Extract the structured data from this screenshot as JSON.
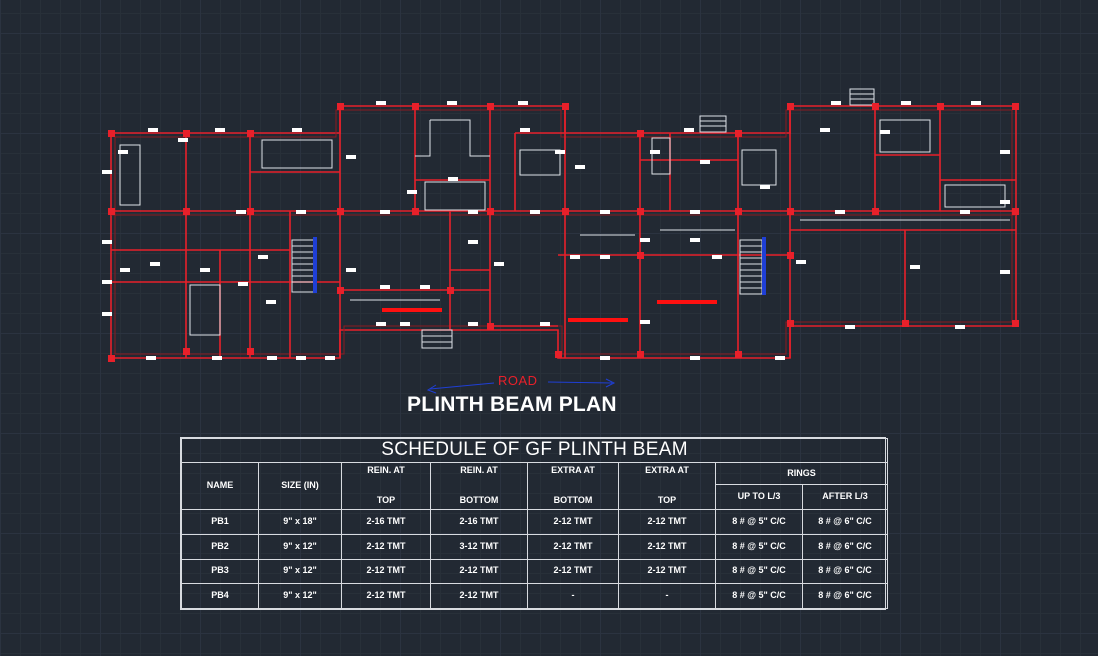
{
  "drawing": {
    "road_label": "ROAD",
    "plan_title": "PLINTH BEAM PLAN"
  },
  "colors": {
    "background": "#222933",
    "wall_red": "#e8202a",
    "wall_dark_red": "#8b1a22",
    "stair_blue": "#1f3fd6",
    "line_white": "#ffffff"
  },
  "schedule": {
    "title": "SCHEDULE OF GF PLINTH BEAM",
    "headers": {
      "name": "NAME",
      "size": "SIZE (IN)",
      "rein_top_1": "REIN. AT",
      "rein_top_2": "TOP",
      "rein_bottom_1": "REIN. AT",
      "rein_bottom_2": "BOTTOM",
      "extra_bottom_1": "EXTRA AT",
      "extra_bottom_2": "BOTTOM",
      "extra_top_1": "EXTRA AT",
      "extra_top_2": "TOP",
      "rings": "RINGS",
      "up_to": "UP TO L/3",
      "after": "AFTER L/3"
    },
    "rows": [
      {
        "name": "PB1",
        "size": "9\" x 18\"",
        "rein_top": "2-16 TMT",
        "rein_bottom": "2-16 TMT",
        "extra_bottom": "2-12 TMT",
        "extra_top": "2-12 TMT",
        "up_to": "8 # @ 5\" C/C",
        "after": "8 # @ 6\" C/C"
      },
      {
        "name": "PB2",
        "size": "9\" x 12\"",
        "rein_top": "2-12 TMT",
        "rein_bottom": "3-12 TMT",
        "extra_bottom": "2-12 TMT",
        "extra_top": "2-12 TMT",
        "up_to": "8 # @ 5\" C/C",
        "after": "8 # @ 6\" C/C"
      },
      {
        "name": "PB3",
        "size": "9\" x 12\"",
        "rein_top": "2-12 TMT",
        "rein_bottom": "2-12 TMT",
        "extra_bottom": "2-12 TMT",
        "extra_top": "2-12 TMT",
        "up_to": "8 # @ 5\" C/C",
        "after": "8 # @ 6\" C/C"
      },
      {
        "name": "PB4",
        "size": "9\" x 12\"",
        "rein_top": "2-12 TMT",
        "rein_bottom": "2-12 TMT",
        "extra_bottom": "-",
        "extra_top": "-",
        "up_to": "8 # @ 5\" C/C",
        "after": "8 # @ 6\" C/C"
      }
    ]
  }
}
